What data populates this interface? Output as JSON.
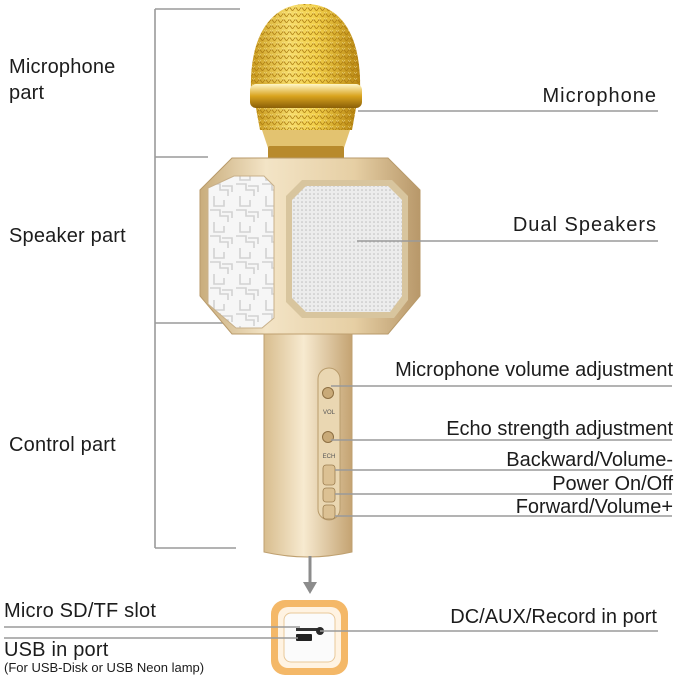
{
  "left_labels": {
    "microphone_part_line1": "Microphone",
    "microphone_part_line2": "part",
    "speaker_part": "Speaker part",
    "control_part": "Control part",
    "sd_slot": "Micro SD/TF slot",
    "usb_in": "USB in port",
    "usb_note": "(For USB-Disk or  USB Neon lamp)"
  },
  "right_labels": {
    "microphone": "Microphone",
    "dual_speakers": "Dual Speakers",
    "mic_volume": "Microphone volume adjustment",
    "echo": "Echo strength adjustment",
    "backward": "Backward/Volume-",
    "power": "Power On/Off",
    "forward": "Forward/Volume+",
    "dc_aux": "DC/AUX/Record in port"
  },
  "device_marks": {
    "vol": "VOL",
    "ech": "ECH"
  },
  "colors": {
    "line": "#9a9a9a",
    "gold_body": "#e2c9a0",
    "mesh_gold": "#e8c040",
    "orange_port": "#f0a24a"
  }
}
